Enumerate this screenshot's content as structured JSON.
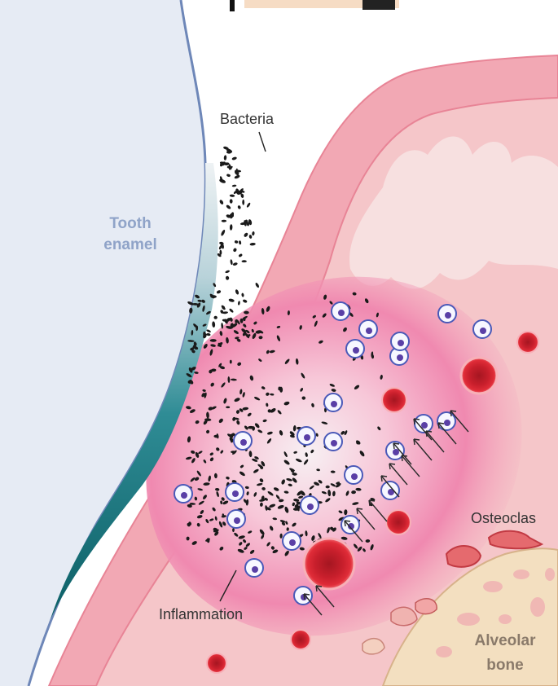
{
  "labels": {
    "bacteria": "Bacteria",
    "tooth_line1": "Tooth",
    "tooth_line2": "enamel",
    "osteoclast": "Osteoclas",
    "inflammation": "Inflammation",
    "bone_line1": "Alveolar",
    "bone_line2": "bone"
  },
  "colors": {
    "enamel_fill": "#e8ecf4",
    "enamel_label": "#8fa3c8",
    "plaque_dark": "#0f6c73",
    "gum_pink": "#f2a9b5",
    "gum_edge": "#e57d92",
    "inflamed": "#f06ea0",
    "bacteria": "#1a1a1a",
    "blood_cell": "#d5232f",
    "immune_ring": "#4a59b8",
    "bone_fill": "#f3dfc0",
    "bone_spot": "#f0b8b4"
  },
  "icons": {
    "bacterium": "bacterium-icon",
    "blood_cell": "red-blood-cell-icon",
    "immune_cell": "white-blood-cell-icon",
    "osteoclast": "osteoclast-icon"
  }
}
